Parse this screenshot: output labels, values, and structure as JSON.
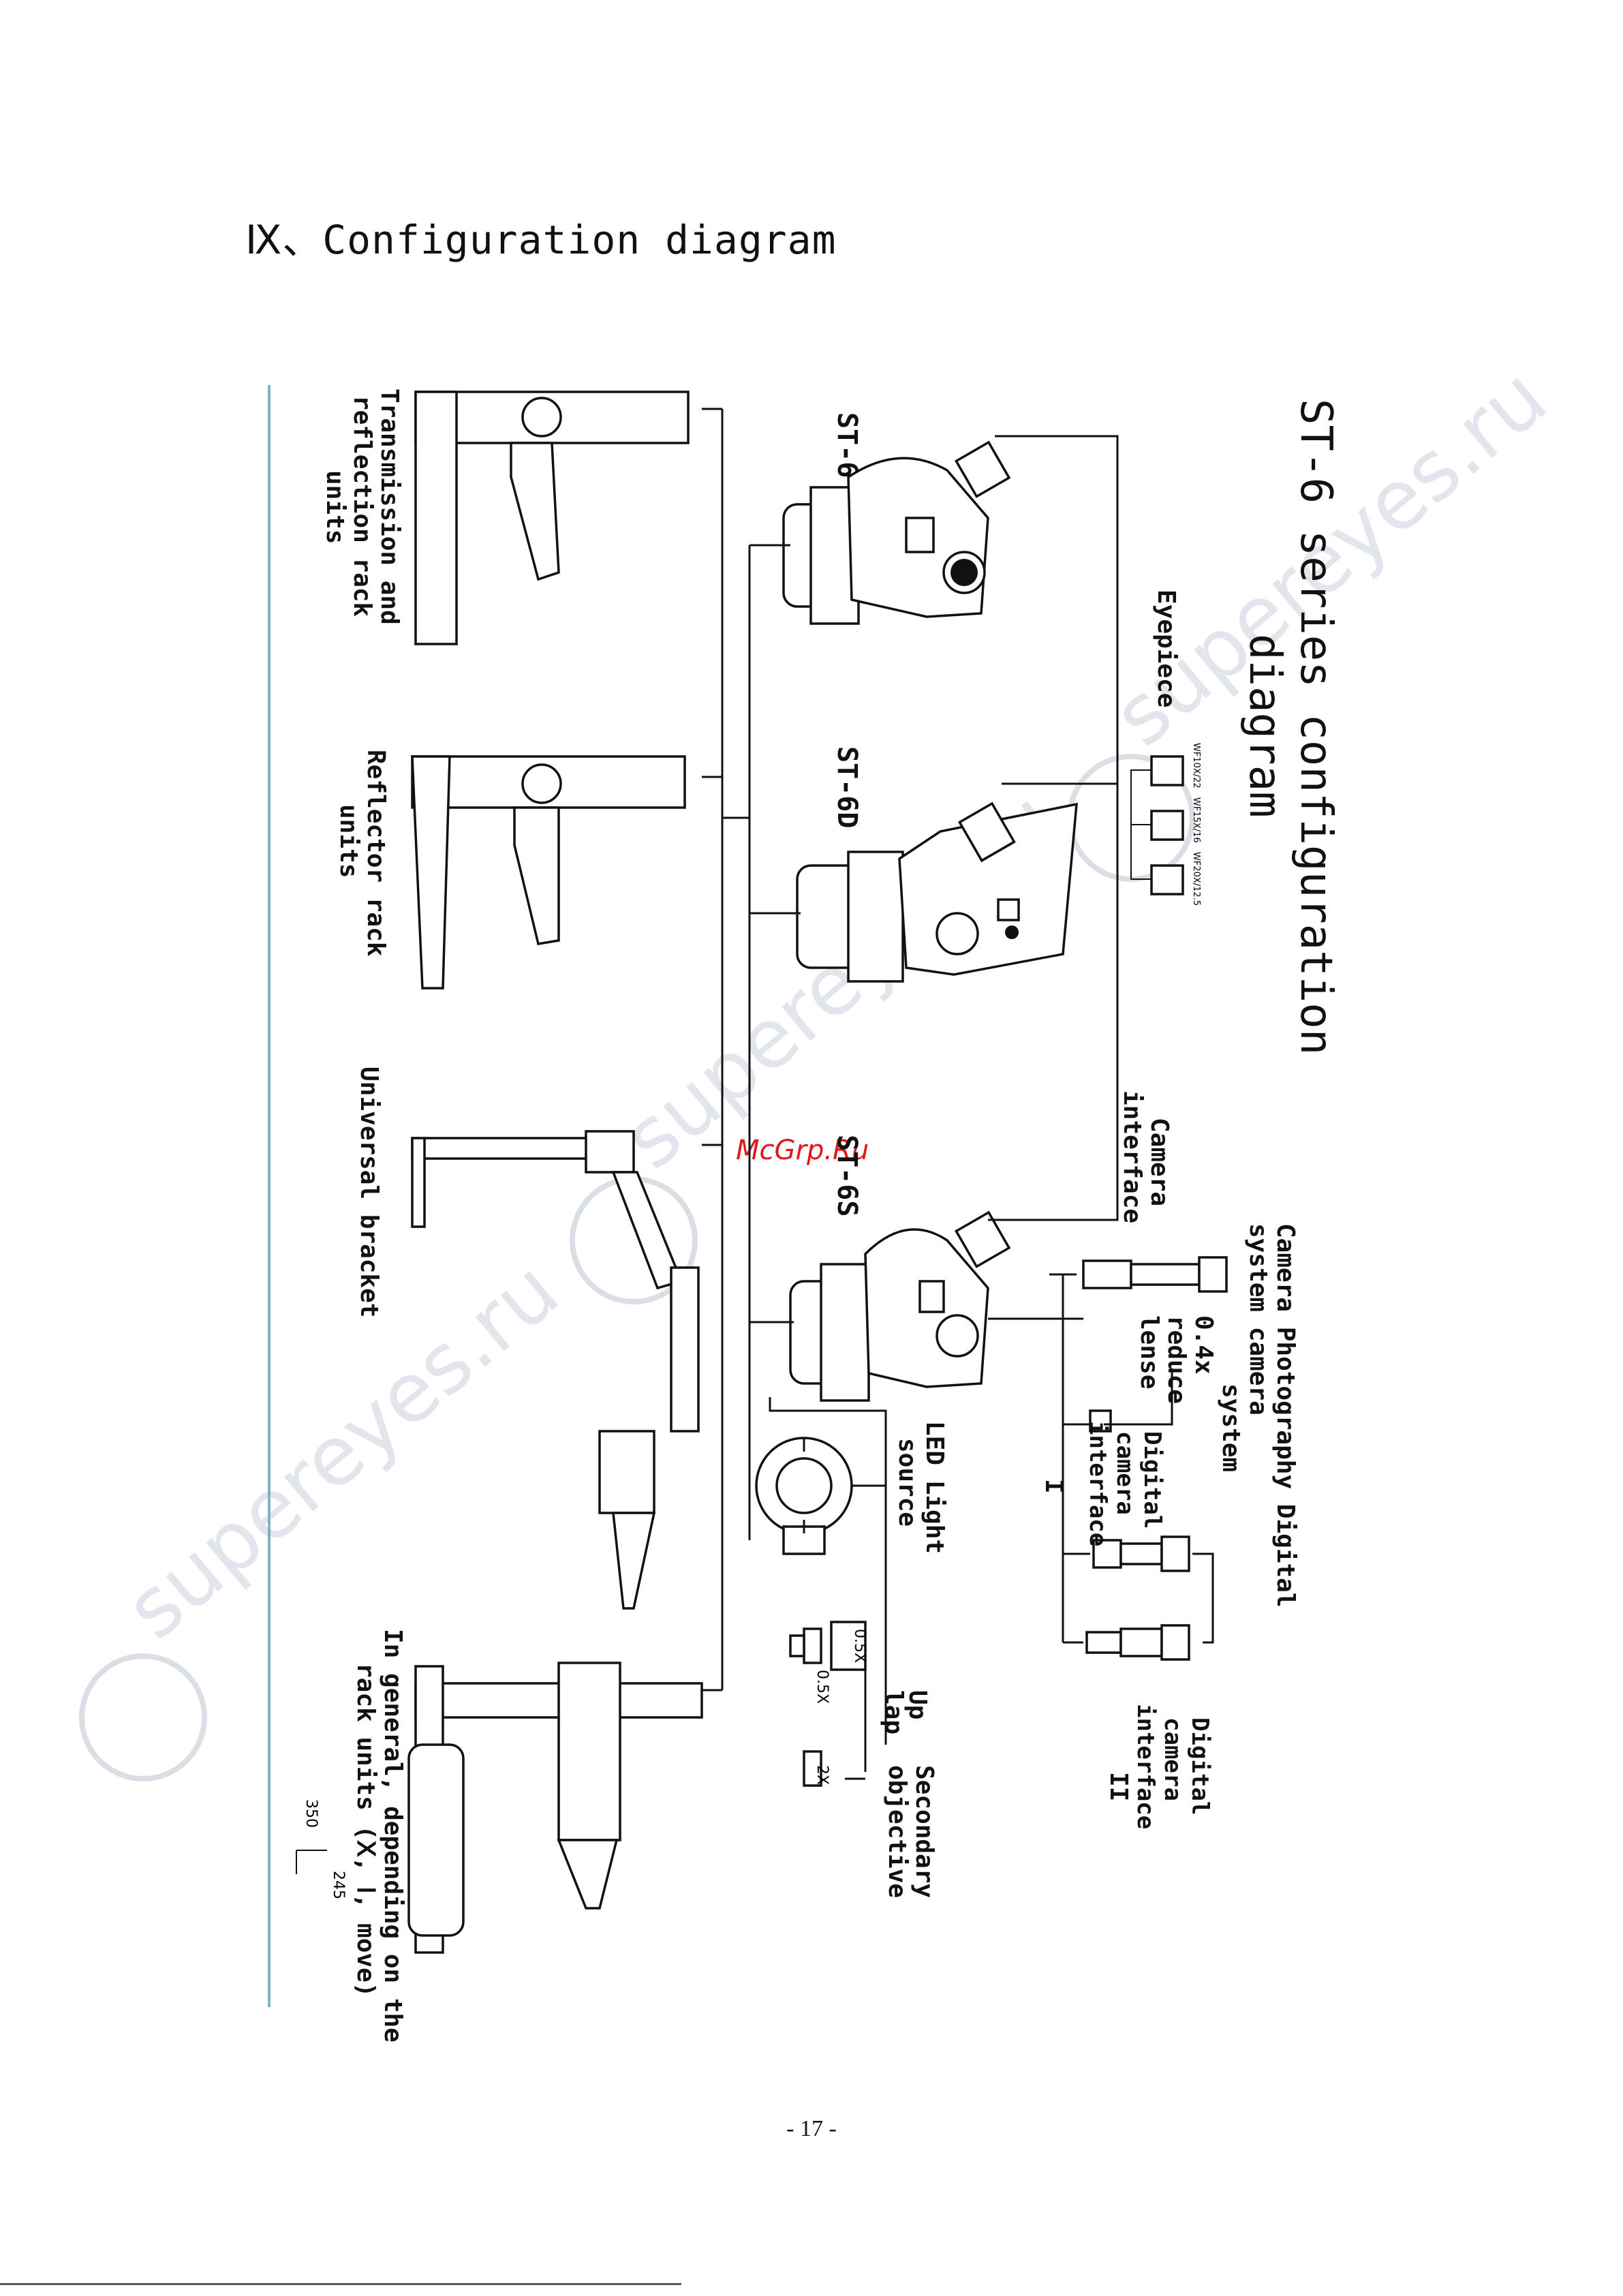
{
  "heading": "Ⅸ、Configuration diagram",
  "page_number": "- 17 -",
  "watermark_site": "McGrp.Ru",
  "background_watermark": "supereyes.ru",
  "diagram": {
    "title_line1": "ST-6 series configuration",
    "title_line2": "diagram",
    "models": {
      "st6": "ST-6",
      "st6d": "ST-6D",
      "st6s": "ST-6S"
    },
    "eyepiece": "Eyepiece",
    "eyepiece_codes": [
      "WF10X/22",
      "WF15X/16",
      "WF20X/12.5"
    ],
    "camera_interface_1": "Camera",
    "camera_interface_2": "interface",
    "camera_photo_1": "Camera Photography Digital",
    "camera_photo_2": "system           camera",
    "camera_photo_3": "system",
    "reduce_1": "0.4x",
    "reduce_2": "reduce",
    "reduce_3": "lense",
    "dci1_1": "Digital",
    "dci1_2": "camera",
    "dci1_3": "interface",
    "dci1_4": "I",
    "dci2_1": "Digital",
    "dci2_2": "camera",
    "dci2_3": "interface",
    "dci2_4": "II",
    "led_1": "LED Light",
    "led_2": "source",
    "lap_1": "Up",
    "lap_2": "lap",
    "secondary_1": "Secondary",
    "secondary_2": "objective",
    "obj_05x": "0.5X",
    "obj_05x_b": "0.5X",
    "obj_2x": "2X",
    "rack_trans_1": "Transmission and",
    "rack_trans_2": "reflection rack",
    "rack_trans_3": "units",
    "rack_refl_1": "Reflector rack",
    "rack_refl_2": "units",
    "universal": "Universal bracket",
    "general_1": "In general, depending on the",
    "general_2": "rack units (Ⅹ, Ⅰ, move)",
    "dim_350": "350",
    "dim_245": "245"
  }
}
